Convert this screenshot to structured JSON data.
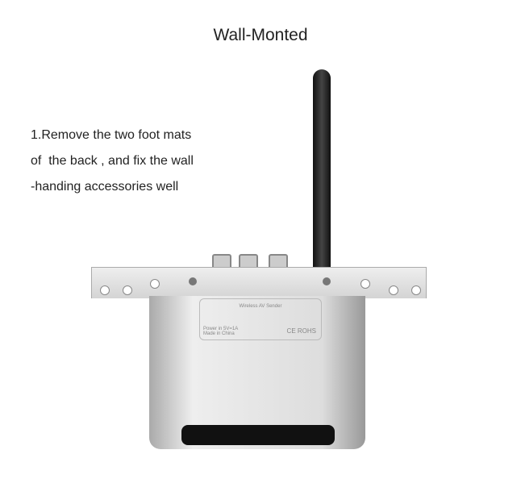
{
  "title": "Wall-Monted",
  "instructions": "1.Remove the two foot mats\nof  the back , and fix the wall\n-handing accessories well",
  "device_label": {
    "name": "Wireless AV Sender",
    "power": "Power in 5V=1A",
    "origin": "Made in China",
    "cert": "CE ROHS"
  }
}
